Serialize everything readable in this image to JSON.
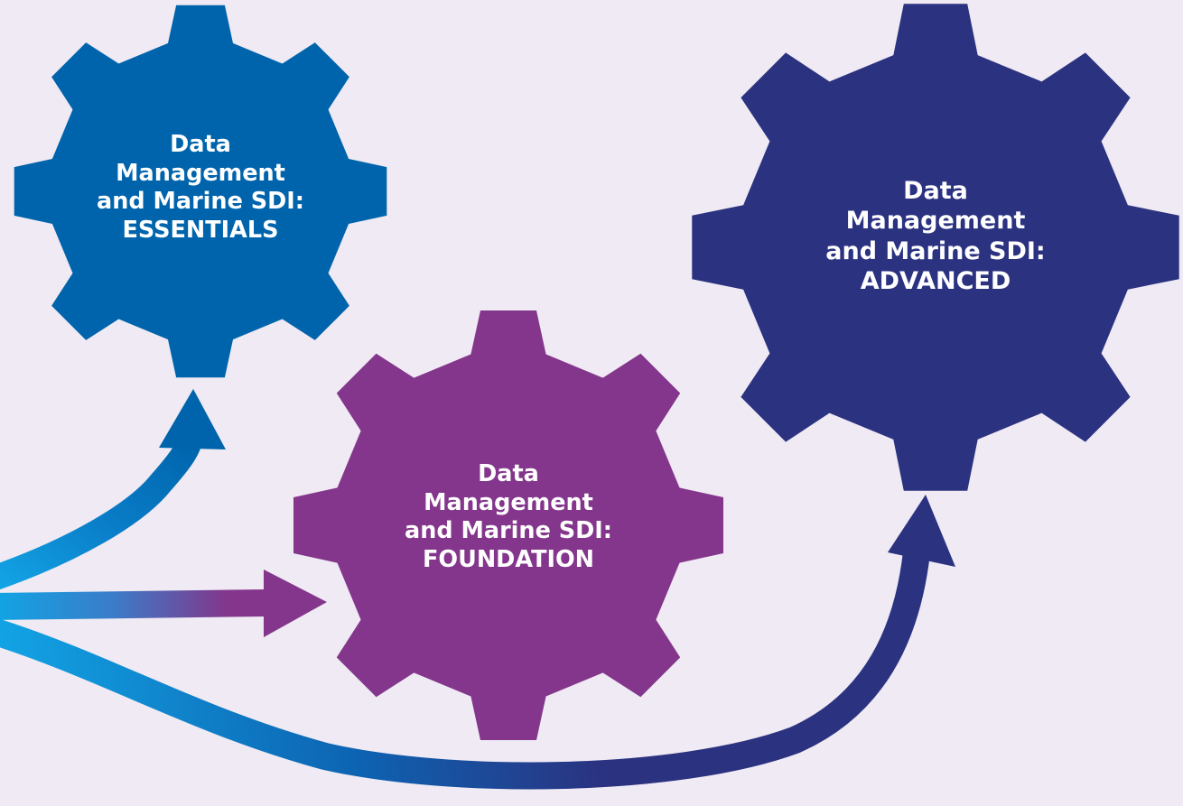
{
  "diagram": {
    "colors": {
      "background": "#efeaf3",
      "essentials_gear": "#0064ac",
      "foundation_gear": "#83368b",
      "advanced_gear": "#2b3280",
      "arrow_start": "#12a3e4",
      "text": "#ffffff"
    },
    "gears": [
      {
        "id": "essentials",
        "lines": [
          "Data",
          "Management",
          "and Marine SDI:",
          "ESSENTIALS"
        ]
      },
      {
        "id": "foundation",
        "lines": [
          "Data",
          "Management",
          "and Marine SDI:",
          "FOUNDATION"
        ]
      },
      {
        "id": "advanced",
        "lines": [
          "Data",
          "Management",
          "and Marine SDI:",
          "ADVANCED"
        ]
      }
    ]
  }
}
